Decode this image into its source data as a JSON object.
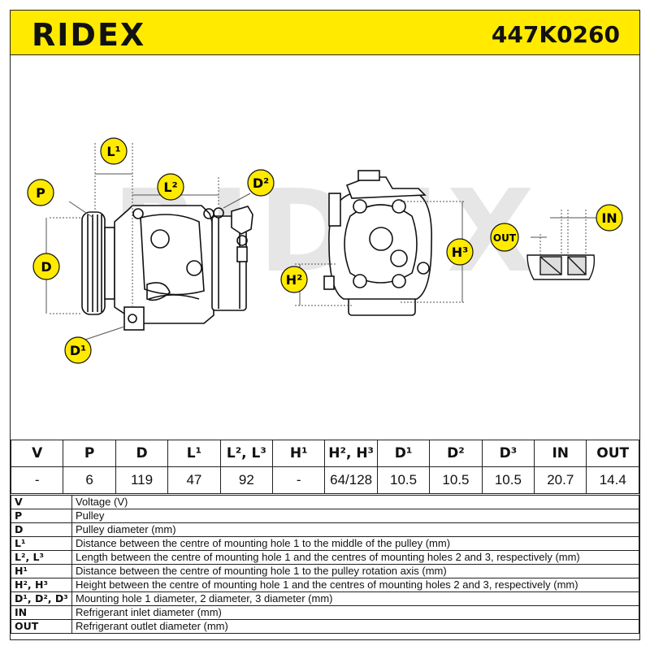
{
  "header": {
    "brand": "RIDEX",
    "part_number": "447K0260",
    "accent_color": "#ffea00"
  },
  "watermark": "RIDEX",
  "callouts": {
    "p": "P",
    "d": "D",
    "d1": "D¹",
    "d2": "D²",
    "l1": "L¹",
    "l2": "L²",
    "h2": "H²",
    "h3": "H³",
    "in": "IN",
    "out": "OUT"
  },
  "specs": {
    "headers": [
      "V",
      "P",
      "D",
      "L¹",
      "L², L³",
      "H¹",
      "H², H³",
      "D¹",
      "D²",
      "D³",
      "IN",
      "OUT"
    ],
    "values": [
      "-",
      "6",
      "119",
      "47",
      "92",
      "-",
      "64/128",
      "10.5",
      "10.5",
      "10.5",
      "20.7",
      "14.4"
    ]
  },
  "legend": [
    {
      "key": "V",
      "desc": "Voltage (V)"
    },
    {
      "key": "P",
      "desc": "Pulley"
    },
    {
      "key": "D",
      "desc": "Pulley diameter (mm)"
    },
    {
      "key": "L¹",
      "desc": "Distance between the centre of mounting hole 1 to the middle of the pulley (mm)"
    },
    {
      "key": "L², L³",
      "desc": "Length between the centre of mounting hole 1 and the centres of mounting holes 2 and 3, respectively (mm)"
    },
    {
      "key": "H¹",
      "desc": "Distance between the centre of mounting hole 1 to the pulley rotation axis (mm)"
    },
    {
      "key": "H², H³",
      "desc": "Height between the centre of mounting hole 1 and the centres of mounting holes 2 and 3, respectively (mm)"
    },
    {
      "key": "D¹, D², D³",
      "desc": "Mounting hole 1 diameter, 2 diameter, 3 diameter (mm)"
    },
    {
      "key": "IN",
      "desc": "Refrigerant inlet diameter (mm)"
    },
    {
      "key": "OUT",
      "desc": "Refrigerant outlet diameter (mm)"
    }
  ]
}
